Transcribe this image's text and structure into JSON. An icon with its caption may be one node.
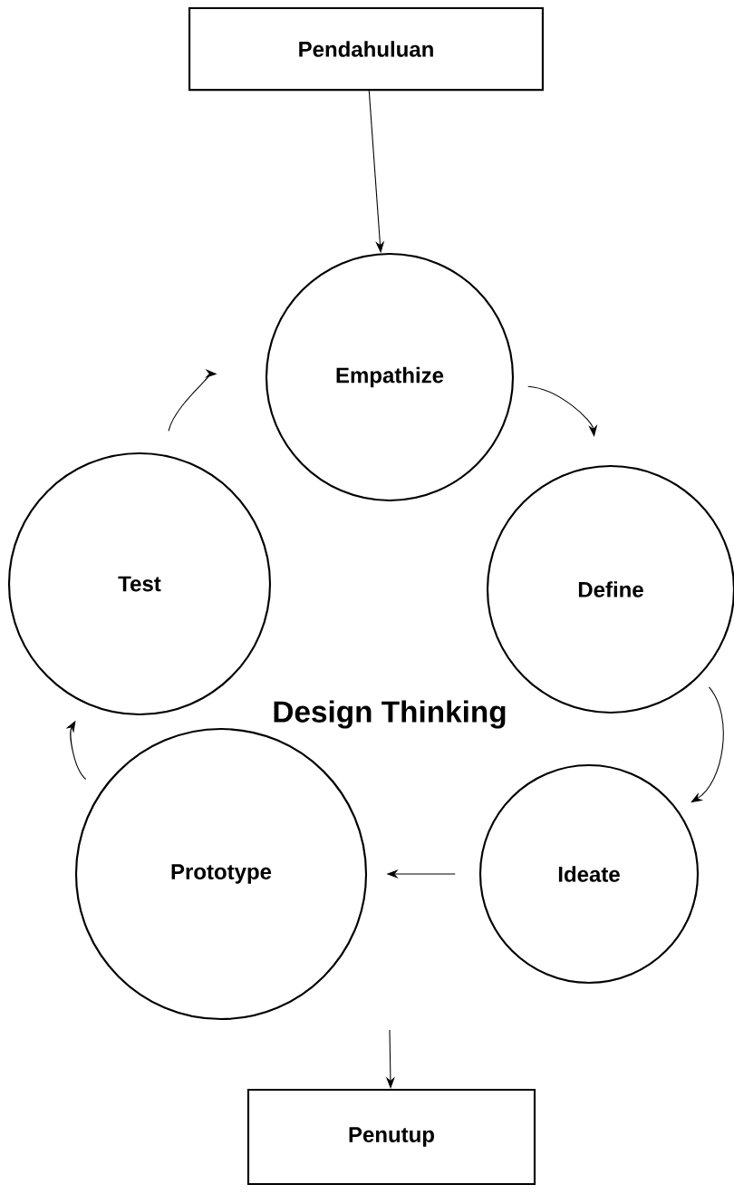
{
  "diagram": {
    "nodes": [
      {
        "text": [
          "Pendahuluan"
        ]
      },
      {
        "text": [
          "Empathize"
        ]
      },
      {
        "text": [
          "Test"
        ]
      },
      {
        "text": [
          "Define"
        ]
      },
      {
        "text": [
          "Prototype"
        ]
      },
      {
        "text": [
          "Ideate"
        ]
      },
      {
        "text": [
          "Penutup"
        ]
      }
    ],
    "edges": [
      {
        "from": 0,
        "to": 1,
        "arrow": "to"
      },
      {
        "from": 1,
        "to": 3,
        "arrow": "to"
      },
      {
        "from": 3,
        "to": 5,
        "arrow": "to"
      },
      {
        "from": 5,
        "to": 4,
        "arrow": "to"
      },
      {
        "from": 4,
        "to": 2,
        "arrow": "to"
      },
      {
        "from": 2,
        "to": 1,
        "arrow": "to"
      },
      {
        "from": null,
        "to": 6,
        "arrow": "to"
      }
    ],
    "labels": [
      "Design Thinking"
    ]
  }
}
